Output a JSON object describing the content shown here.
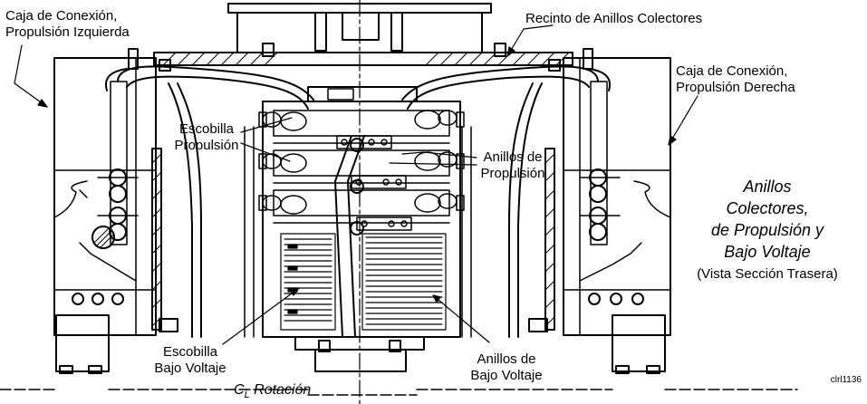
{
  "labels": {
    "caja_izq_1": "Caja de Conexión,",
    "caja_izq_2": "Propulsión Izquierda",
    "recinto": "Recinto de Anillos Colectores",
    "caja_der_1": "Caja de Conexión,",
    "caja_der_2": "Propulsión Derecha",
    "escobilla_prop_1": "Escobilla",
    "escobilla_prop_2": "Propulsión",
    "anillos_prop_1": "Anillos de",
    "anillos_prop_2": "Propulsión",
    "escobilla_bv_1": "Escobilla",
    "escobilla_bv_2": "Bajo Voltaje",
    "anillos_bv_1": "Anillos de",
    "anillos_bv_2": "Bajo Voltaje",
    "axis_prefix": "C",
    "axis_sub": "L",
    "axis_text": "Rotación"
  },
  "title": {
    "line1": "Anillos",
    "line2": "Colectores,",
    "line3": "de Propulsión y",
    "line4": "Bajo Voltaje",
    "subtitle": "(Vista Sección Trasera)"
  },
  "figure_code": "clrl1136"
}
